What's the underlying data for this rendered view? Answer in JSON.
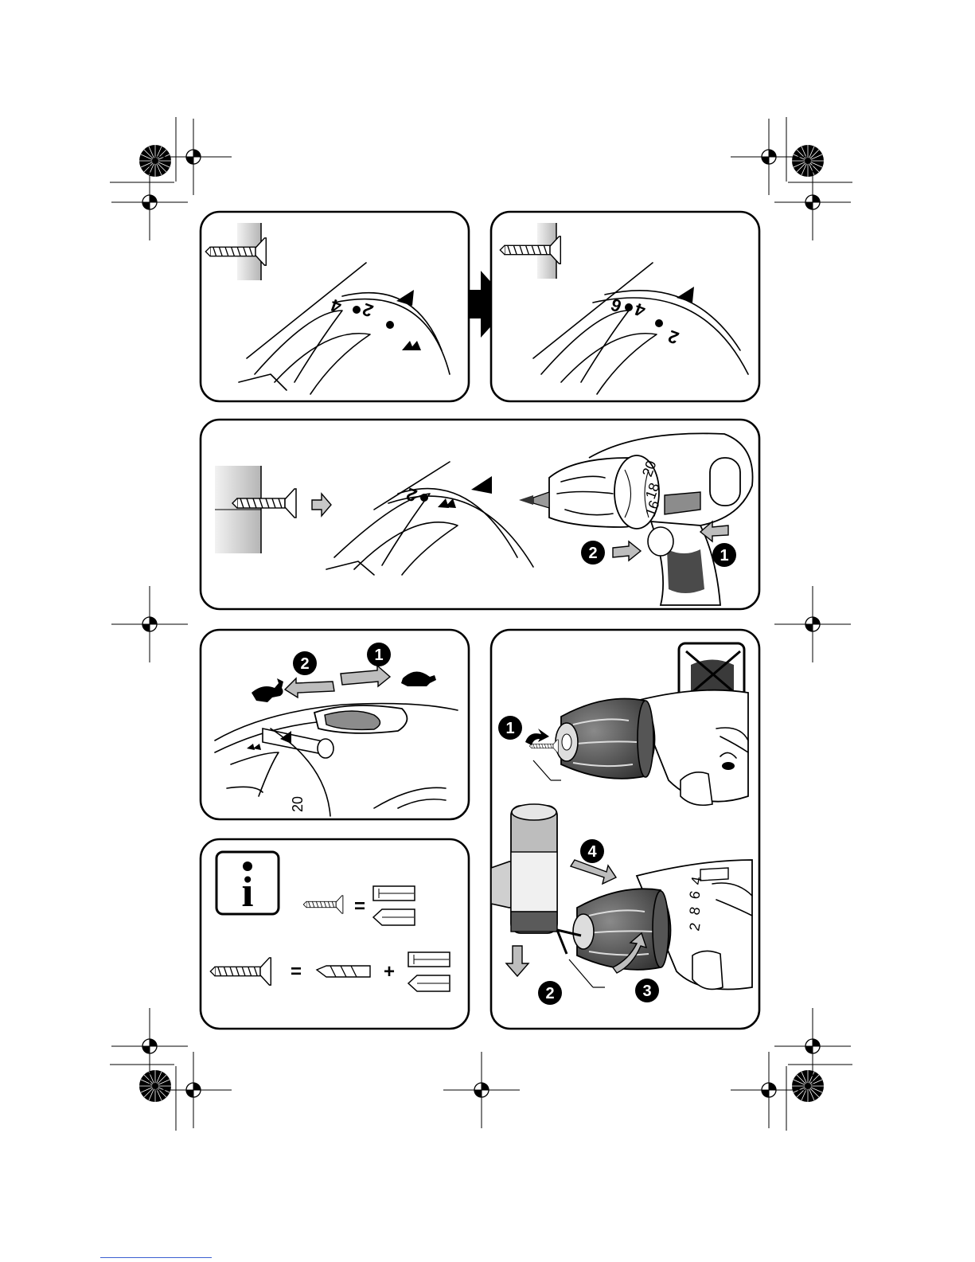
{
  "colors": {
    "ink": "#000000",
    "panel_fill": "#ffffff",
    "gray_light": "#d9d9d9",
    "gray_mid": "#9a9a9a",
    "gray_dark": "#4a4a4a",
    "link_rule": "#3b5fd0"
  },
  "panel_1": {
    "dial_labels": [
      "4",
      "2"
    ],
    "icon": "torque-clutch-dial"
  },
  "panel_2": {
    "dial_labels": [
      "6",
      "4",
      "2"
    ],
    "icon": "torque-clutch-dial"
  },
  "panel_3": {
    "dial_labels": [
      "2"
    ],
    "drill_scale": [
      "20",
      "18",
      "16"
    ],
    "steps": [
      "1",
      "2"
    ]
  },
  "panel_4": {
    "steps": [
      "2",
      "1"
    ],
    "dial_labels": [
      "20"
    ],
    "icons": [
      "rabbit-icon",
      "turtle-icon"
    ]
  },
  "panel_5": {
    "info_symbol": "i",
    "equals": "=",
    "plus": "+"
  },
  "panel_6": {
    "steps": [
      "1",
      "4",
      "2",
      "3"
    ],
    "dial_labels": [
      "8",
      "6",
      "4",
      "2"
    ],
    "icons": [
      "no-mains-icon",
      "hammer-icon"
    ]
  }
}
